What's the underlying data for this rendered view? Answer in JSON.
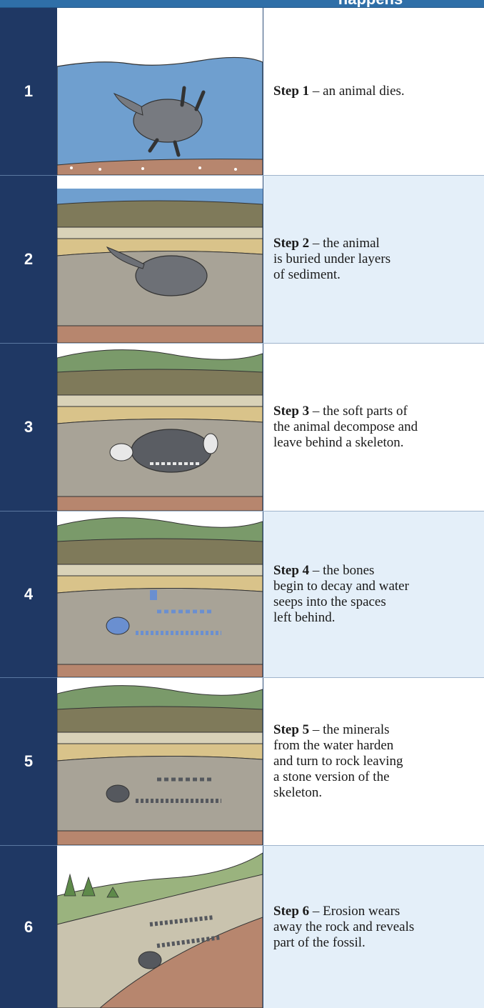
{
  "header": {
    "title": "happens"
  },
  "colors": {
    "header_blue": "#2f6fa8",
    "number_navy": "#1f3864",
    "text_panel_light": "#e4eff9",
    "water": "#6f9fcf",
    "sand": "#d9c38a",
    "mud": "#a8a397",
    "hill_green": "#7a9a6a",
    "soil_red": "#b7866e",
    "bone_blue": "#6a8fd0"
  },
  "steps": [
    {
      "number": "1",
      "label": "Step 1",
      "text": " – an animal dies."
    },
    {
      "number": "2",
      "label": "Step 2",
      "text": " – the animal\nis buried under layers\nof sediment."
    },
    {
      "number": "3",
      "label": "Step 3",
      "text": " – the soft parts of\nthe animal decompose and\nleave behind a skeleton."
    },
    {
      "number": "4",
      "label": "Step 4",
      "text": " – the bones\nbegin to decay and water\nseeps into the spaces\nleft behind."
    },
    {
      "number": "5",
      "label": "Step 5",
      "text": " – the minerals\nfrom the water harden\nand turn to rock leaving\na stone version of the\nskeleton."
    },
    {
      "number": "6",
      "label": "Step 6",
      "text": " – Erosion wears\naway the rock and reveals\npart of the fossil."
    }
  ]
}
